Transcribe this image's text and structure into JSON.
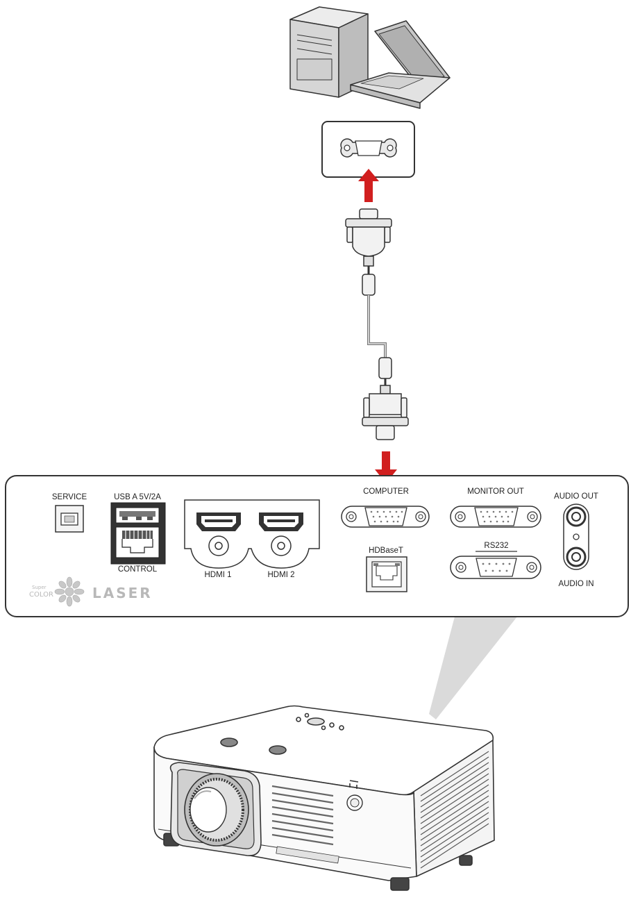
{
  "panel": {
    "service_label": "SERVICE",
    "usb_label": "USB A  5V/2A",
    "control_label": "CONTROL",
    "hdmi1_label": "HDMI 1",
    "hdmi2_label": "HDMI 2",
    "computer_label": "COMPUTER",
    "hdbaset_label": "HDBaseT",
    "monitor_out_label": "MONITOR OUT",
    "rs232_label": "RS232",
    "audio_out_label": "AUDIO OUT",
    "audio_in_label": "AUDIO IN"
  },
  "logo": {
    "super_text": "Super",
    "color_text": "COLOR",
    "laser_text": "LASER"
  },
  "colors": {
    "arrow": "#d11f1f",
    "outline": "#333333",
    "light_beam": "#d9d9d9"
  }
}
